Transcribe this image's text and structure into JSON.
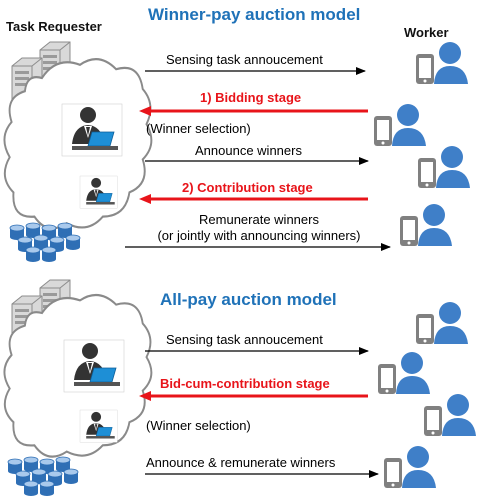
{
  "colors": {
    "title": "#1f72b8",
    "stage": "#e8141a",
    "arrow": "#000000",
    "cloud_stroke": "#8a8a8a",
    "worker": "#3f7fc8",
    "phone": "#7a7a7a",
    "db": "#2f6fb5"
  },
  "headers": {
    "requester": "Task Requester",
    "worker": "Worker"
  },
  "winner_pay": {
    "title": "Winner-pay auction model",
    "msg_announce": "Sensing task annoucement",
    "stage_bidding": "1) Bidding stage",
    "winner_selection": "(Winner selection)",
    "msg_announce_winners": "Announce winners",
    "stage_contribution": "2) Contribution stage",
    "msg_remunerate_1": "Remunerate winners",
    "msg_remunerate_2": "(or jointly with announcing winners)"
  },
  "all_pay": {
    "title": "All-pay auction model",
    "msg_announce": "Sensing task annoucement",
    "stage_bid_contrib": "Bid-cum-contribution stage",
    "winner_selection": "(Winner selection)",
    "msg_announce_remunerate": "Announce & remunerate winners"
  },
  "icons": [
    "cloud-icon",
    "server-icon",
    "database-icon",
    "requester-laptop-icon",
    "worker-phone-icon"
  ]
}
